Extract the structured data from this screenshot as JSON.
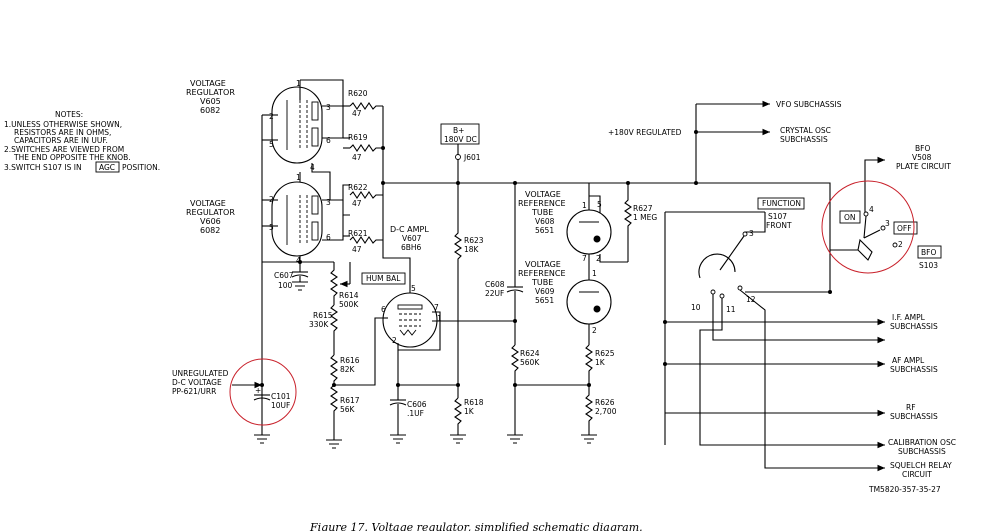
{
  "notes": {
    "heading": "NOTES:",
    "line1": "1.UNLESS OTHERWISE SHOWN,",
    "line2": "RESISTORS ARE IN OHMS,",
    "line3": "CAPACITORS ARE IN UUF.",
    "line4": "2.SWITCHES ARE VIEWED FROM",
    "line5": "THE END OPPOSITE THE KNOB.",
    "line6a": "3.SWITCH S107 IS IN",
    "line6box": "AGC",
    "line6b": "POSITION."
  },
  "v605": {
    "l1": "VOLTAGE",
    "l2": "REGULATOR",
    "l3": "V605",
    "l4": "6082"
  },
  "v606": {
    "l1": "VOLTAGE",
    "l2": "REGULATOR",
    "l3": "V606",
    "l4": "6082"
  },
  "v607": {
    "l1": "D-C AMPL",
    "l2": "V607",
    "l3": "6BH6"
  },
  "v608": {
    "l1": "VOLTAGE",
    "l2": "REFERENCE",
    "l3": "TUBE",
    "l4": "V608",
    "l5": "5651"
  },
  "v609": {
    "l1": "VOLTAGE",
    "l2": "REFERENCE",
    "l3": "TUBE",
    "l4": "V609",
    "l5": "5651"
  },
  "bplus": {
    "l1": "B+",
    "l2": "180V DC",
    "jack": "J601"
  },
  "pins": {
    "p1": "1",
    "p2": "2",
    "p3": "3",
    "p4": "4",
    "p5": "5",
    "p6": "6",
    "p7": "7"
  },
  "components": {
    "r620": {
      "name": "R620",
      "value": "47"
    },
    "r619": {
      "name": "R619",
      "value": "47"
    },
    "r622": {
      "name": "R622",
      "value": "47"
    },
    "r621": {
      "name": "R621",
      "value": "47"
    },
    "c607": {
      "name": "C607",
      "value": "100"
    },
    "r614": {
      "name": "R614",
      "value": "500K"
    },
    "r615": {
      "name": "R615",
      "value": "330K"
    },
    "r616": {
      "name": "R616",
      "value": "82K"
    },
    "r617": {
      "name": "R617",
      "value": "56K"
    },
    "c606": {
      "name": "C606",
      "value": ".1UF"
    },
    "r618": {
      "name": "R618",
      "value": "1K"
    },
    "r623": {
      "name": "R623",
      "value": "18K"
    },
    "c608": {
      "name": "C608",
      "value": "22UF"
    },
    "r624": {
      "name": "R624",
      "value": "560K"
    },
    "r625": {
      "name": "R625",
      "value": "1K"
    },
    "r626": {
      "name": "R626",
      "value": "2,700"
    },
    "r627": {
      "name": "R627",
      "value": "1 MEG"
    },
    "c101": {
      "name": "C101",
      "value": "10UF"
    }
  },
  "hum_bal": "HUM BAL",
  "unregulated": {
    "l1": "UNREGULATED",
    "l2": "D-C VOLTAGE",
    "l3": "PP-621/URR"
  },
  "regulated": "+180V REGULATED",
  "outputs": {
    "vfo": "VFO SUBCHASSIS",
    "crystal1": "CRYSTAL OSC",
    "crystal2": "SUBCHASSIS",
    "if1": "I.F. AMPL",
    "if2": "SUBCHASSIS",
    "af1": "AF AMPL",
    "af2": "SUBCHASSIS",
    "rf1": "RF",
    "rf2": "SUBCHASSIS",
    "cal1": "CALIBRATION OSC",
    "cal2": "SUBCHASSIS",
    "sq1": "SQUELCH RELAY",
    "sq2": "CIRCUIT"
  },
  "function_switch": {
    "box": "FUNCTION",
    "l1": "S107",
    "l2": "FRONT",
    "c3": "3",
    "c10": "10",
    "c11": "11",
    "c12": "12"
  },
  "bfo_switch": {
    "on": "ON",
    "off": "OFF",
    "bfo": "BFO",
    "name": "S103",
    "c2": "2",
    "c3": "3",
    "c4": "4"
  },
  "bfo_plate": {
    "l1": "BFO",
    "l2": "V508",
    "l3": "PLATE CIRCUIT"
  },
  "ref_code": "TM5820-357-35-27",
  "caption": "Figure 17. Voltage regulator, simplified schematic diagram.",
  "colors": {
    "highlight": "#c8202a",
    "ink": "#000000"
  }
}
